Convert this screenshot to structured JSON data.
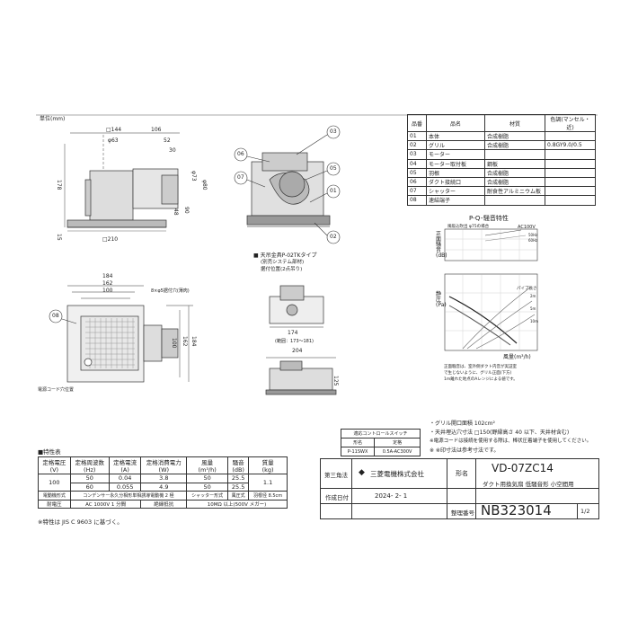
{
  "unit_label": "単位(mm)",
  "front_view": {
    "dims": [
      "□144",
      "106",
      "φ63",
      "52",
      "30",
      "φ73",
      "φ80",
      "178",
      "48",
      "90",
      "15",
      "□210"
    ]
  },
  "side_view": {
    "callouts": [
      "03",
      "06",
      "05",
      "07",
      "01",
      "02"
    ]
  },
  "top_view": {
    "dims": [
      "184",
      "162",
      "100",
      "8×φ5据付穴(薄肉)",
      "100",
      "162",
      "184"
    ],
    "callout": "08",
    "note": "電源コード穴位置"
  },
  "hanger": {
    "title": "■ 天吊金具P-02TKタイプ",
    "sub1": "(別売システム部材)",
    "sub2": "据付位置(2点吊り)",
    "dims": [
      "174",
      "(範囲：173〜181)",
      "204",
      "125"
    ]
  },
  "parts_table": {
    "headers": [
      "品番",
      "品名",
      "材質",
      "色調(マンセル・近)"
    ],
    "rows": [
      [
        "01",
        "本体",
        "合成樹脂",
        ""
      ],
      [
        "02",
        "グリル",
        "合成樹脂",
        "0.8GY9.0/0.5"
      ],
      [
        "03",
        "モーター",
        "",
        ""
      ],
      [
        "04",
        "モーター取付板",
        "鋼板",
        ""
      ],
      [
        "05",
        "羽根",
        "合成樹脂",
        ""
      ],
      [
        "06",
        "ダクト接続口",
        "合成樹脂",
        ""
      ],
      [
        "07",
        "シャッター",
        "耐食性アルミニウム板",
        ""
      ],
      [
        "08",
        "速結端子",
        "",
        ""
      ]
    ]
  },
  "pq_chart": {
    "title": "P-Q･騒音特性",
    "note_top": "風吸込吹出 φ75の場合",
    "voltage": "AC100V",
    "legend": [
      "50Hz",
      "60Hz"
    ],
    "y1_label": "正面騒音(dB)",
    "y2_label": "静圧(Pa)",
    "x_label": "風量(m³/h)",
    "pipe_label": "パイプ長さ",
    "pipe_m": [
      "2m",
      "5m",
      "10m"
    ],
    "footnote1": "正面騒音は、室外側ダクト内音が実証室",
    "footnote2": "で生じないように、グリル正面(下方)",
    "footnote3": "1m離れた地点のAレンジによる値です。"
  },
  "notes": [
    "・グリル開口面積 102cm²",
    "・天井埋込穴寸法 □150(野縁高さ 40 以下、天井材含む)",
    "※電源コードは接続を使用する際は、棒状圧着端子を使用してください。",
    "※ ※印寸法は参考寸法です。"
  ],
  "control_switch": {
    "title": "適応コントロールスイッチ",
    "headers": [
      "形名",
      "定格"
    ],
    "row": [
      "P-11SWX",
      "0.5A-AC300V"
    ]
  },
  "spec_table": {
    "title": "■特性表",
    "headers": [
      "定格電圧\n(V)",
      "定格周波数\n(Hz)",
      "定格電流\n(A)",
      "定格消費電力\n(W)",
      "風量\n(m³/h)",
      "騒音\n(dB)",
      "質量\n(kg)"
    ],
    "voltage": "100",
    "rows": [
      [
        "50",
        "0.04",
        "3.8",
        "50",
        "25.5"
      ],
      [
        "60",
        "0.055",
        "4.9",
        "50",
        "25.5"
      ]
    ],
    "mass": "1.1",
    "motor_label": "電動機形式",
    "motor": "コンデンサー永久分相形単相誘導電動機 2 極",
    "shutter_label": "シャッター形式",
    "shutter": "風圧式",
    "blade_label": "羽根径",
    "blade": "8.5cm",
    "withstand_label": "耐電圧",
    "withstand": "AC 1000V 1 分間",
    "insulation_label": "絶縁抵抗",
    "insulation": "10MΩ 以上(500V メガー)",
    "jis": "※特性は JIS C 9603 に基づく。"
  },
  "title_block": {
    "projection": "第三角法",
    "company": "三菱電機株式会社",
    "model_label": "形名",
    "model": "VD-07ZC14",
    "description": "ダクト用換気扇 低騒音形 小空間用",
    "date_label": "作成日付",
    "date": "2024- 2- 1",
    "number_label": "整理番号",
    "number": "NB323014",
    "page": "1/2"
  }
}
